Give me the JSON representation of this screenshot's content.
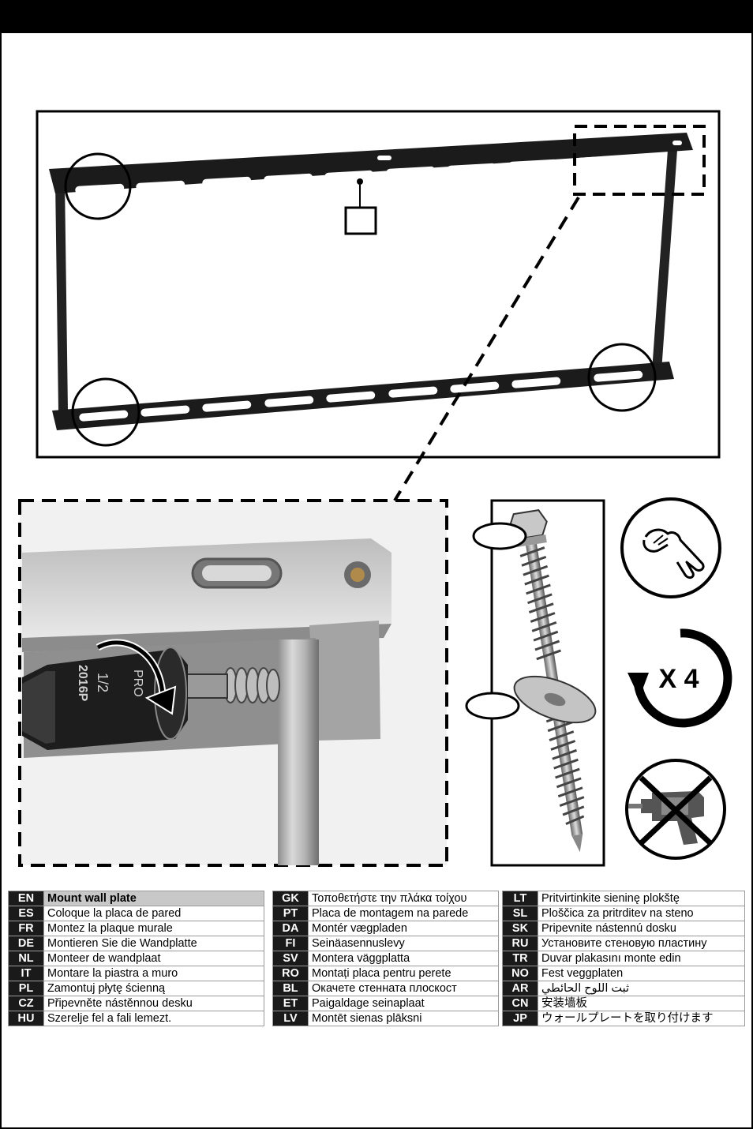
{
  "languages": {
    "col1": [
      {
        "code": "EN",
        "text": "Mount wall plate"
      },
      {
        "code": "ES",
        "text": "Coloque la placa de pared"
      },
      {
        "code": "FR",
        "text": "Montez la plaque murale"
      },
      {
        "code": "DE",
        "text": "Montieren Sie die Wandplatte"
      },
      {
        "code": "NL",
        "text": "Monteer de wandplaat"
      },
      {
        "code": "IT",
        "text": "Montare la piastra a muro"
      },
      {
        "code": "PL",
        "text": "Zamontuj płytę ścienną"
      },
      {
        "code": "CZ",
        "text": "Připevněte nástěnnou desku"
      },
      {
        "code": "HU",
        "text": "Szerelje fel a fali lemezt."
      }
    ],
    "col2": [
      {
        "code": "GK",
        "text": "Τοποθετήστε την πλάκα τοίχου"
      },
      {
        "code": "PT",
        "text": "Placa de montagem na parede"
      },
      {
        "code": "DA",
        "text": "Montér vægpladen"
      },
      {
        "code": "FI",
        "text": "Seinäasennuslevy"
      },
      {
        "code": "SV",
        "text": "Montera väggplatta"
      },
      {
        "code": "RO",
        "text": "Montați placa pentru perete"
      },
      {
        "code": "BL",
        "text": "Окачете стенната плоскост"
      },
      {
        "code": "ET",
        "text": "Paigaldage seinaplaat"
      },
      {
        "code": "LV",
        "text": "Montēt sienas plāksni"
      }
    ],
    "col3": [
      {
        "code": "LT",
        "text": "Pritvirtinkite sieninę plokštę"
      },
      {
        "code": "SL",
        "text": "Ploščica za pritrditev na steno"
      },
      {
        "code": "SK",
        "text": "Pripevnite nástennú dosku"
      },
      {
        "code": "RU",
        "text": "Установите стеновую пластину"
      },
      {
        "code": "TR",
        "text": "Duvar plakasını monte edin"
      },
      {
        "code": "NO",
        "text": "Fest veggplaten"
      },
      {
        "code": "AR",
        "text": "ثبت اللوح الحائطي"
      },
      {
        "code": "CN",
        "text": "安装墙板"
      },
      {
        "code": "JP",
        "text": "ウォールプレートを取り付けます"
      }
    ]
  },
  "icons": {
    "repeat_count": "X 4",
    "hand_tighten": "hand-tighten-icon",
    "no_drill": "no-power-drill-icon"
  },
  "socket_label": {
    "line1": "PRO",
    "line2": "1/2",
    "line3": "2016P"
  },
  "colors": {
    "bar": "#000000",
    "code_bg": "#1a1a1a",
    "highlight_row": "#c8c8c8",
    "no_sign": "#000000"
  }
}
